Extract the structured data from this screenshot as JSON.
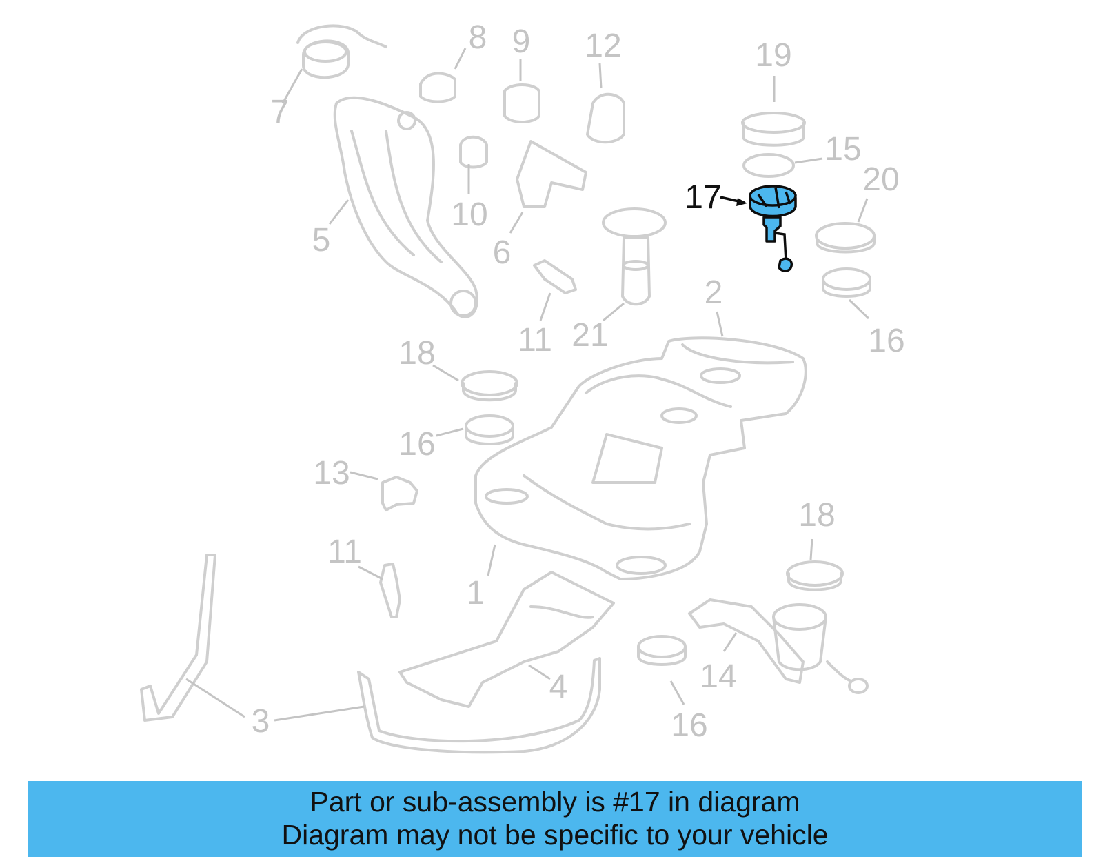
{
  "diagram": {
    "highlighted_part": "17",
    "highlight_color": "#4cb7ee",
    "callouts": [
      {
        "id": "c1",
        "label": "1"
      },
      {
        "id": "c2",
        "label": "2"
      },
      {
        "id": "c3",
        "label": "3"
      },
      {
        "id": "c4",
        "label": "4"
      },
      {
        "id": "c5",
        "label": "5"
      },
      {
        "id": "c6",
        "label": "6"
      },
      {
        "id": "c7",
        "label": "7"
      },
      {
        "id": "c8",
        "label": "8"
      },
      {
        "id": "c9",
        "label": "9"
      },
      {
        "id": "c10",
        "label": "10"
      },
      {
        "id": "c11a",
        "label": "11"
      },
      {
        "id": "c11b",
        "label": "11"
      },
      {
        "id": "c12",
        "label": "12"
      },
      {
        "id": "c13",
        "label": "13"
      },
      {
        "id": "c14",
        "label": "14"
      },
      {
        "id": "c15",
        "label": "15"
      },
      {
        "id": "c16a",
        "label": "16"
      },
      {
        "id": "c16b",
        "label": "16"
      },
      {
        "id": "c16c",
        "label": "16"
      },
      {
        "id": "c17",
        "label": "17"
      },
      {
        "id": "c18a",
        "label": "18"
      },
      {
        "id": "c18b",
        "label": "18"
      },
      {
        "id": "c19",
        "label": "19"
      },
      {
        "id": "c20",
        "label": "20"
      },
      {
        "id": "c21",
        "label": "21"
      }
    ]
  },
  "banner": {
    "line1": "Part or sub-assembly is #17 in diagram",
    "line2": "Diagram may not be specific to your vehicle",
    "color": "#4cb7ee"
  }
}
